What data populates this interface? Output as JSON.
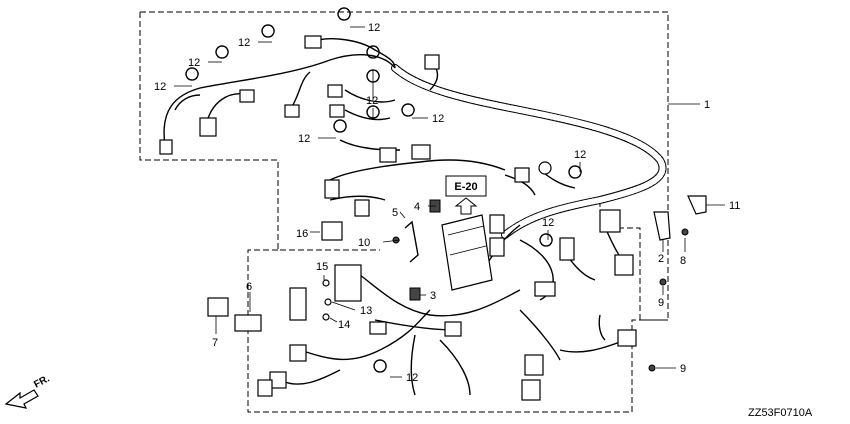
{
  "callouts": {
    "c1": "1",
    "c2": "2",
    "c3": "3",
    "c4": "4",
    "c5": "5",
    "c6": "6",
    "c7": "7",
    "c8": "8",
    "c9a": "9",
    "c9b": "9",
    "c10": "10",
    "c11": "11",
    "c12a": "12",
    "c12b": "12",
    "c12c": "12",
    "c12d": "12",
    "c12e": "12",
    "c12f": "12",
    "c12g": "12",
    "c12h": "12",
    "c12i": "12",
    "c12j": "12",
    "c13": "13",
    "c14": "14",
    "c15": "15",
    "c16": "16"
  },
  "reference_label": "E-20",
  "direction_label": "FR.",
  "diagram_code": "ZZ53F0710A",
  "icons": [
    "front-direction-arrow-icon",
    "reference-arrow-icon"
  ]
}
